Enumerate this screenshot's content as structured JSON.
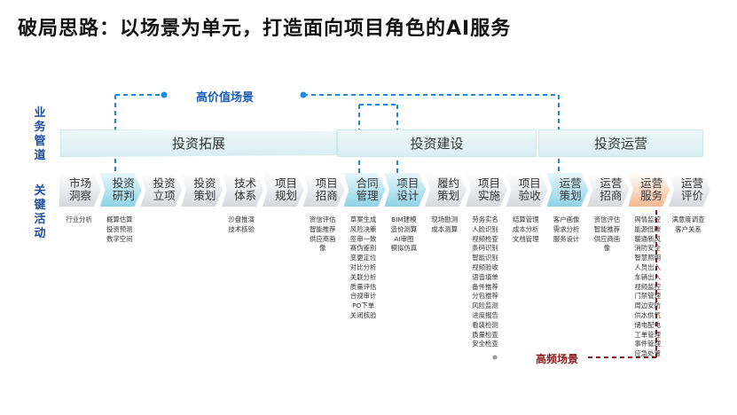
{
  "title": "破局思路：以场景为单元，打造面向项目角色的AI服务",
  "side_labels": {
    "business_flow": "业务管道",
    "key_activities": "关键活动"
  },
  "phases": [
    "投资拓展",
    "投资建设",
    "投资运营"
  ],
  "high_value_label": "高价值场景",
  "high_freq_label": "高频场景",
  "steps": [
    {
      "label": "市场洞察",
      "style": "gray",
      "activities": [
        "行业分析"
      ]
    },
    {
      "label": "投资研判",
      "style": "blue",
      "activities": [
        "概算估算",
        "投资预测",
        "数字空间"
      ]
    },
    {
      "label": "投资立项",
      "style": "gray",
      "activities": []
    },
    {
      "label": "投资策划",
      "style": "gray",
      "activities": []
    },
    {
      "label": "技术体系",
      "style": "gray",
      "activities": [
        "沙盘推演",
        "技术核验"
      ]
    },
    {
      "label": "项目规划",
      "style": "gray",
      "activities": []
    },
    {
      "label": "项目招商",
      "style": "gray",
      "activities": [
        "资信评估",
        "智能推荐",
        "供应商画",
        "像"
      ]
    },
    {
      "label": "合同管理",
      "style": "blue",
      "activities": [
        "草案生成",
        "风险决策",
        "签审一致",
        "赛伪鉴别",
        "变更定位",
        "对比分析",
        "关联分析",
        "质量评估",
        "合规审计",
        "PO下单",
        "关闭核验"
      ]
    },
    {
      "label": "项目设计",
      "style": "blue",
      "activities": [
        "BIM建模",
        "造价测算",
        "AI审图",
        "模拟仿真"
      ]
    },
    {
      "label": "履约策划",
      "style": "gray",
      "activities": [
        "现场勘测",
        "成本测算"
      ]
    },
    {
      "label": "项目实施",
      "style": "gray",
      "activities": [
        "劳务实名",
        "人脸识别",
        "视频检查",
        "条码识别",
        "智能识别",
        "视频验收",
        "语音填单",
        "备件推荐",
        "分包推荐",
        "风险监测",
        "进度报告",
        "看装检测",
        "质量检查",
        "安全检查"
      ]
    },
    {
      "label": "项目验收",
      "style": "gray",
      "activities": [
        "结算管理",
        "成本分析",
        "文档管理"
      ]
    },
    {
      "label": "运营策划",
      "style": "blue",
      "activities": [
        "客户画像",
        "需求分析",
        "服务设计"
      ]
    },
    {
      "label": "运营招商",
      "style": "gray",
      "activities": [
        "资信评估",
        "智能推荐",
        "供应商画",
        "像"
      ]
    },
    {
      "label": "运营服务",
      "style": "orange",
      "activities": [
        "舆情监控",
        "能源低碳",
        "暖通新风",
        "消防安全",
        "智慧照明",
        "人员出入",
        "车辆出入",
        "视频监控",
        "门禁管理",
        "周边安防",
        "供水供气",
        "储电配电",
        "工单管理",
        "事件管理",
        "应急处置"
      ]
    },
    {
      "label": "运营评价",
      "style": "gray",
      "activities": [
        "满意度调查",
        "客户关系"
      ]
    }
  ]
}
